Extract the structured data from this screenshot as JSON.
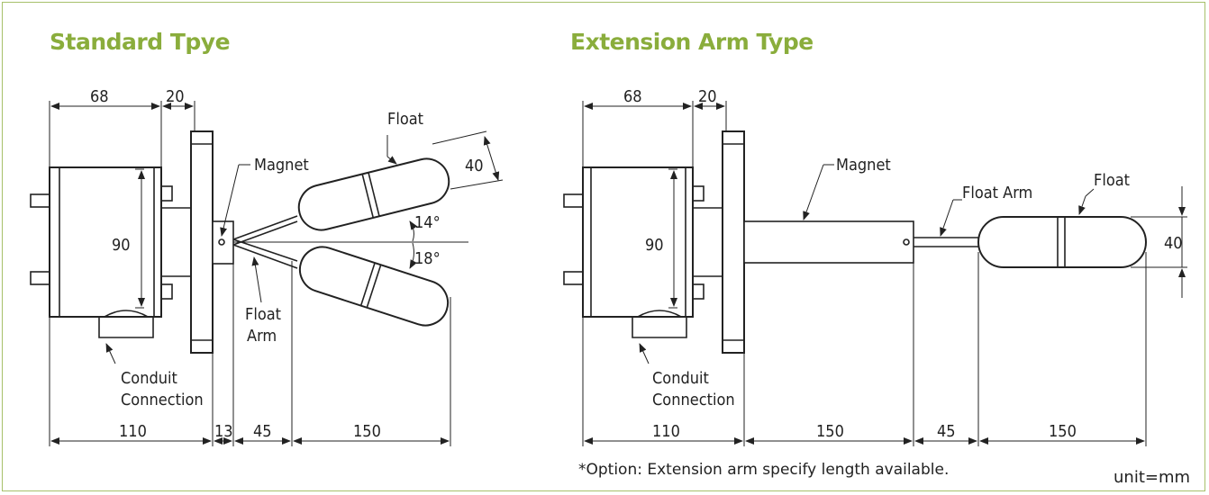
{
  "titles": {
    "standard": "Standard Tpye",
    "extension": "Extension Arm Type"
  },
  "labels": {
    "float": "Float",
    "magnet": "Magnet",
    "float_arm_1": "Float",
    "float_arm_2": "Arm",
    "float_arm": "Float Arm",
    "conduit_1": "Conduit",
    "conduit_2": "Connection"
  },
  "dimensions": {
    "standard": {
      "d68": "68",
      "d20": "20",
      "d90": "90",
      "d40": "40",
      "a14": "14°",
      "a18": "18°",
      "d110": "110",
      "d13": "13",
      "d45": "45",
      "d150": "150"
    },
    "extension": {
      "d68": "68",
      "d20": "20",
      "d90": "90",
      "d40": "40",
      "d110": "110",
      "d150a": "150",
      "d45": "45",
      "d150b": "150"
    }
  },
  "note": "*Option: Extension arm specify length available.",
  "unit": "unit=mm",
  "colors": {
    "title": "#8aad3c",
    "frame": "#a7c06a",
    "line": "#222222"
  }
}
